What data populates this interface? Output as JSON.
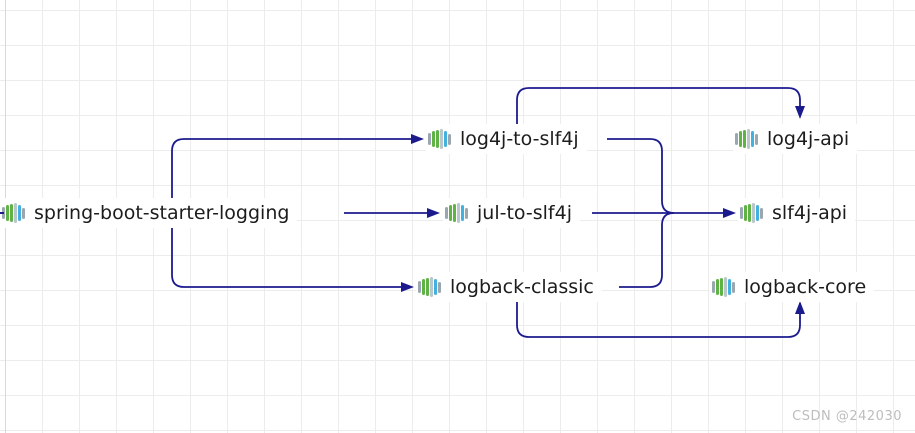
{
  "diagram": {
    "type": "dependency-graph",
    "nodes": [
      {
        "id": "spring-boot-starter-logging",
        "label": "spring-boot-starter-logging"
      },
      {
        "id": "log4j-to-slf4j",
        "label": "log4j-to-slf4j"
      },
      {
        "id": "jul-to-slf4j",
        "label": "jul-to-slf4j"
      },
      {
        "id": "logback-classic",
        "label": "logback-classic"
      },
      {
        "id": "log4j-api",
        "label": "log4j-api"
      },
      {
        "id": "slf4j-api",
        "label": "slf4j-api"
      },
      {
        "id": "logback-core",
        "label": "logback-core"
      }
    ],
    "edges": [
      {
        "from": "spring-boot-starter-logging",
        "to": "log4j-to-slf4j"
      },
      {
        "from": "spring-boot-starter-logging",
        "to": "jul-to-slf4j"
      },
      {
        "from": "spring-boot-starter-logging",
        "to": "logback-classic"
      },
      {
        "from": "log4j-to-slf4j",
        "to": "log4j-api"
      },
      {
        "from": "log4j-to-slf4j",
        "to": "slf4j-api"
      },
      {
        "from": "jul-to-slf4j",
        "to": "slf4j-api"
      },
      {
        "from": "logback-classic",
        "to": "slf4j-api"
      },
      {
        "from": "logback-classic",
        "to": "logback-core"
      }
    ],
    "colors": {
      "edge": "#1b1b8e",
      "icon_bars": [
        "#9aa7b0",
        "#5fb344",
        "#5fb344",
        "#b9c6cc",
        "#42b1e0",
        "#9aa7b0"
      ],
      "label_text": "#1c1c1c"
    }
  },
  "watermark": {
    "text": "CSDN @242030"
  }
}
